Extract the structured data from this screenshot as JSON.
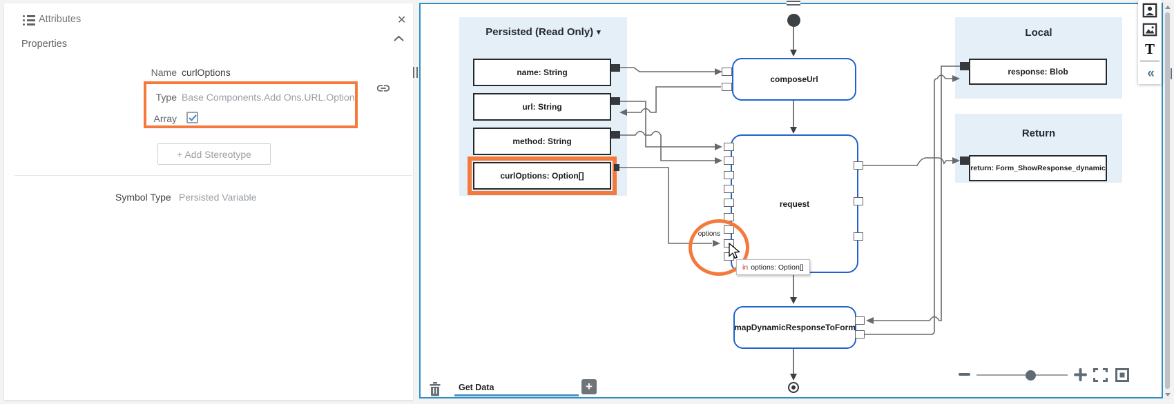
{
  "left_panel": {
    "title": "Attributes",
    "section": "Properties",
    "name_label": "Name",
    "name_value": "curlOptions",
    "type_label": "Type",
    "type_value": "Base Components.Add Ons.URL.Option",
    "array_label": "Array",
    "array_checked": true,
    "add_stereotype_label": "+ Add Stereotype",
    "symbol_type_label": "Symbol Type",
    "symbol_type_value": "Persisted Variable"
  },
  "canvas": {
    "persisted_group": {
      "header": "Persisted (Read Only)",
      "items": [
        "name: String",
        "url: String",
        "method: String",
        "curlOptions: Option[]"
      ]
    },
    "local_group": {
      "header": "Local",
      "items": [
        "response: Blob"
      ]
    },
    "return_group": {
      "header": "Return",
      "items": [
        "return: Form_ShowResponse_dynamic"
      ]
    },
    "nodes": {
      "compose": "composeUrl",
      "request": "request",
      "map": "mapDynamicResponseToForm"
    },
    "options_port_label": "options",
    "tooltip": {
      "prefix": "in",
      "text": "options: Option[]"
    },
    "bottom_bar": {
      "tab": "Get Data"
    }
  },
  "icons": {
    "close": "✕",
    "caret_down": "▾",
    "plus": "+",
    "collapse_left": "«",
    "text_tool": "T"
  },
  "colors": {
    "highlight_orange": "#f4793b",
    "node_border_blue": "#2062cf",
    "canvas_border_blue": "#2e8ec6",
    "group_panel_blue": "#e4eff8",
    "tab_underline_blue": "#4a90c7",
    "wire_gray": "#66696d"
  }
}
